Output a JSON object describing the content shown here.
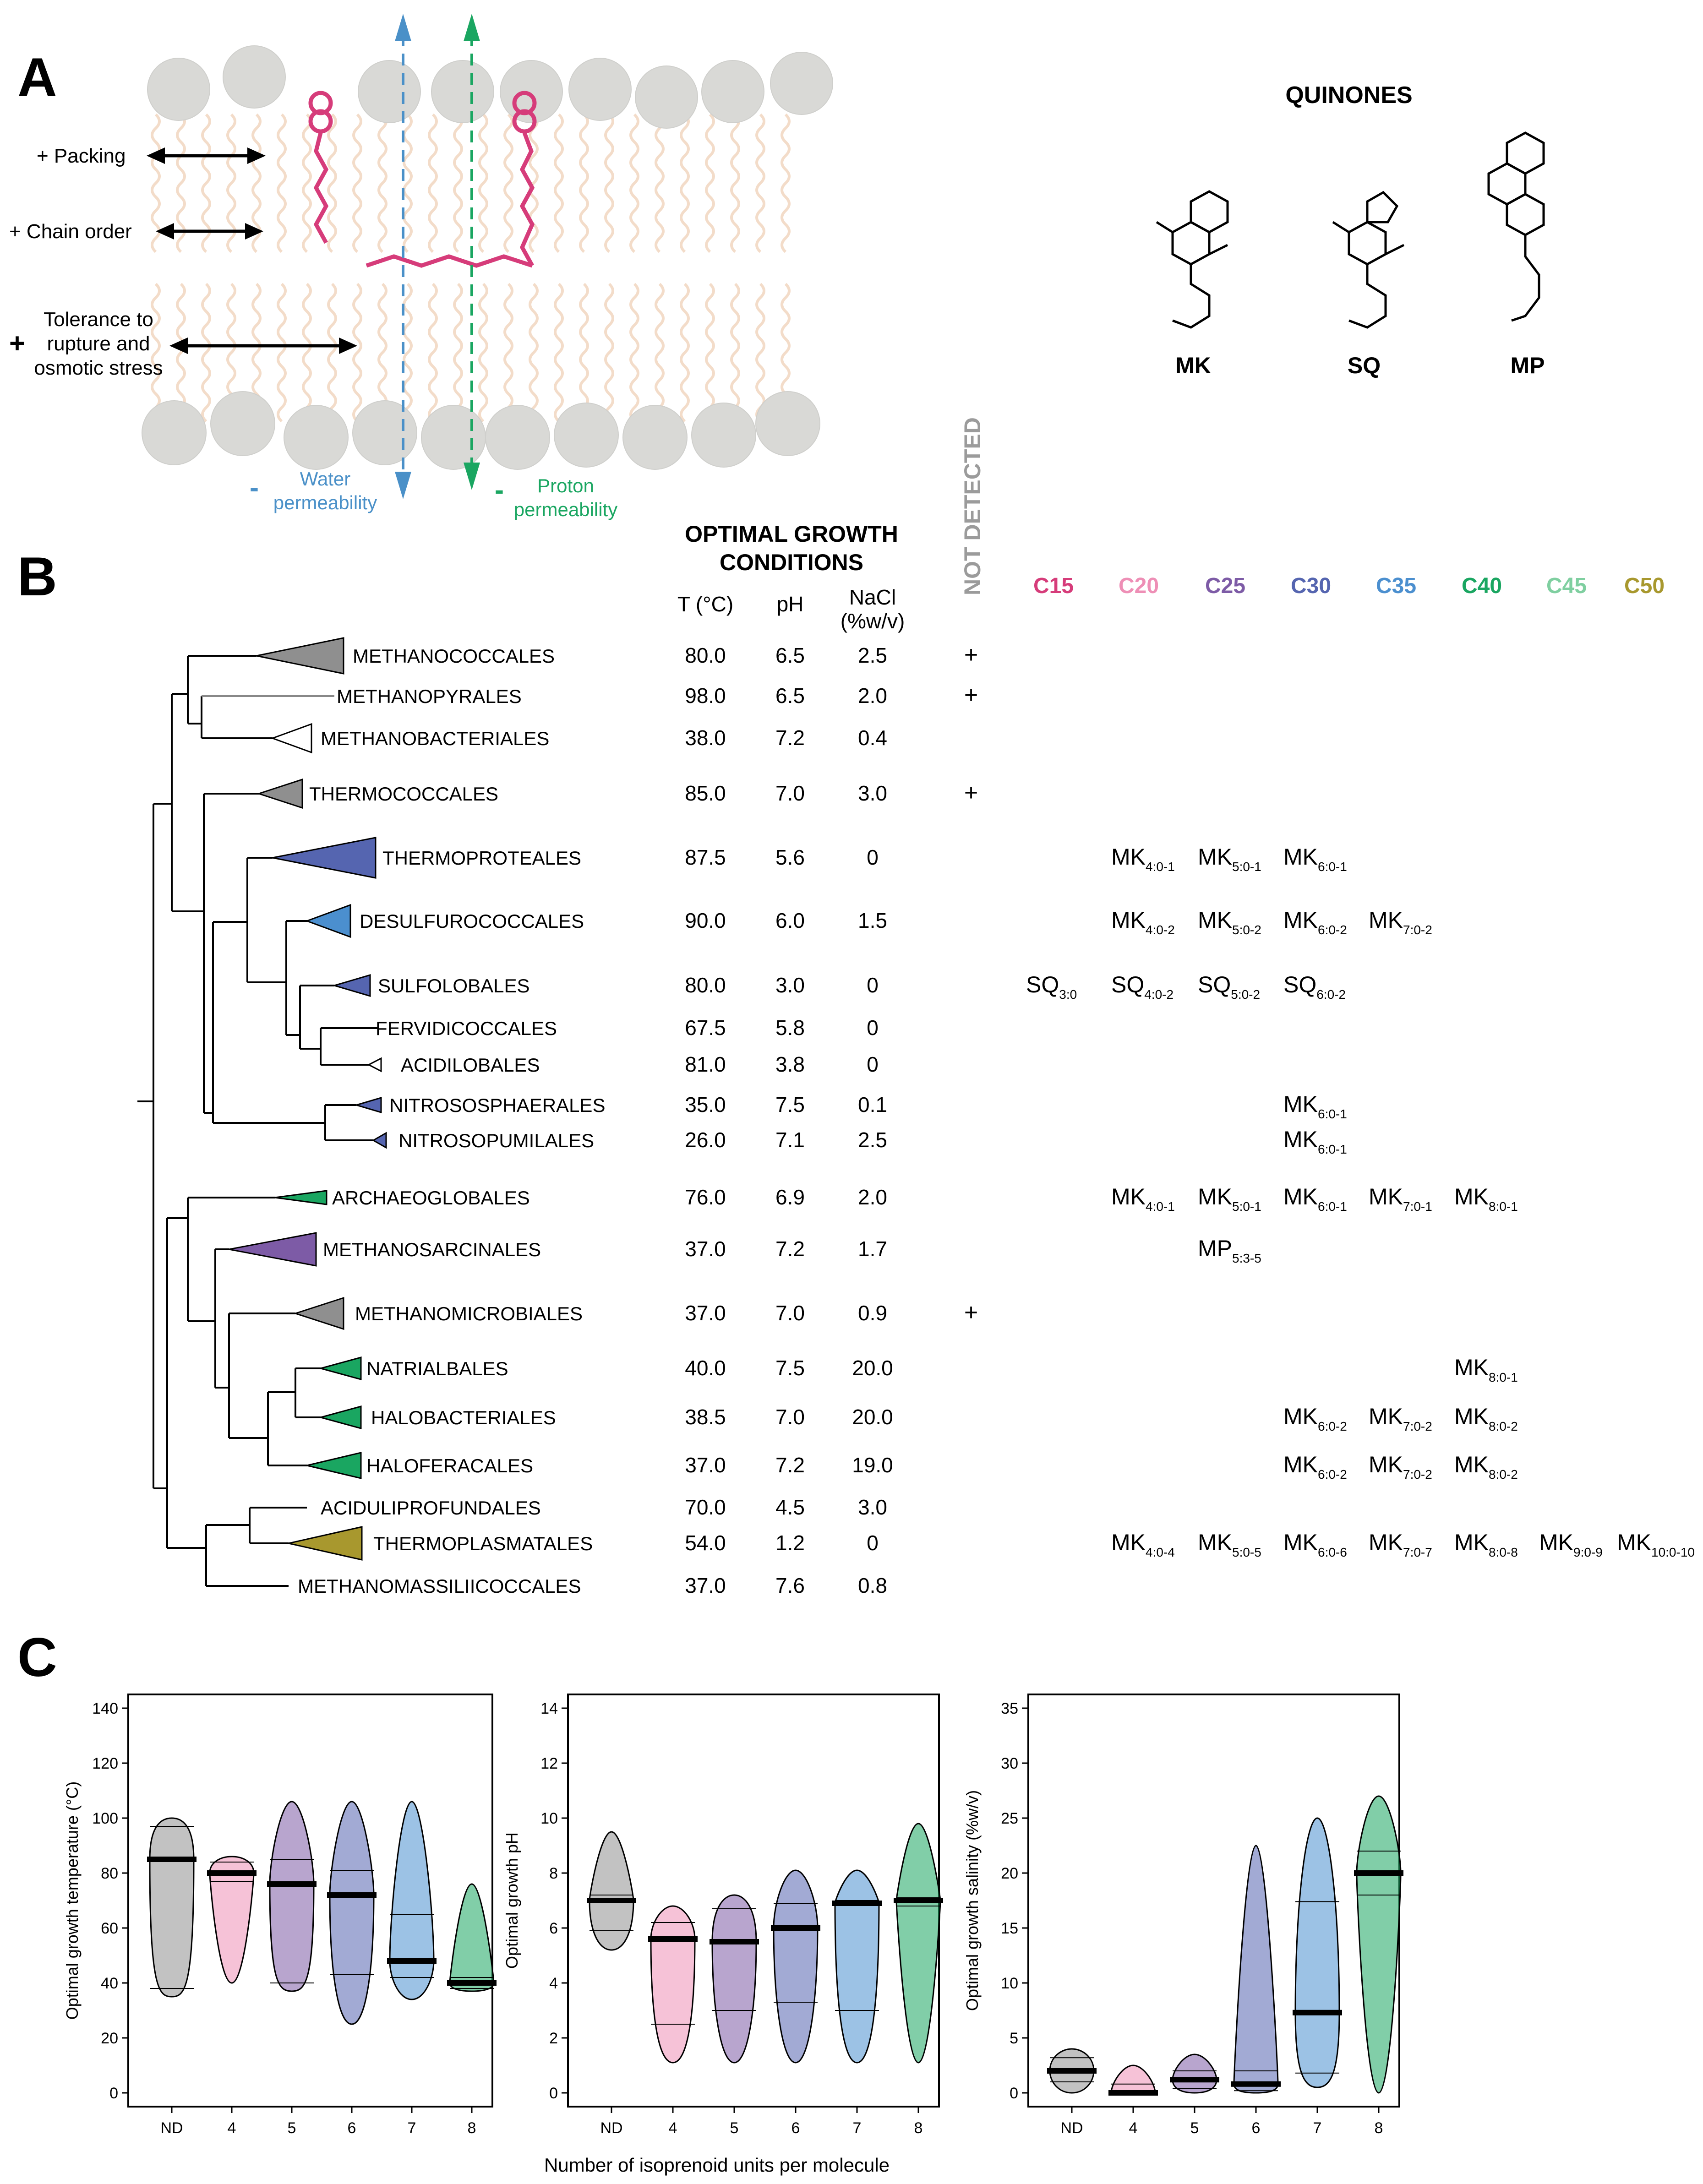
{
  "panel_a": {
    "letter": "A",
    "packing": "+ Packing",
    "chain_order": "+ Chain order",
    "tolerance_lines": [
      "Tolerance to",
      "rupture and",
      "osmotic stress"
    ],
    "tolerance_plus": "+",
    "water_minus": "-",
    "water_lines": [
      "Water",
      "permeability"
    ],
    "proton_minus": "-",
    "proton_lines": [
      "Proton",
      "permeability"
    ],
    "quinones_title": "QUINONES",
    "struct_labels": [
      "MK",
      "SQ",
      "MP"
    ],
    "colors": {
      "water": "#4a90c8",
      "proton": "#1aa661",
      "quinone": "#d63c7a",
      "lipid_head": "#d9d9d6",
      "lipid_tail": "#f3dcc9"
    }
  },
  "panel_b": {
    "letter": "B",
    "conditions_title": [
      "OPTIMAL GROWTH",
      "CONDITIONS"
    ],
    "col_t": "T (°C)",
    "col_ph": "pH",
    "col_nacl": [
      "NaCl",
      "(%w/v)"
    ],
    "not_detected": "NOT DETECTED",
    "chain_headers": [
      {
        "label": "C15",
        "color": "#d63c7a"
      },
      {
        "label": "C20",
        "color": "#ee8fb6"
      },
      {
        "label": "C25",
        "color": "#7d5ba6"
      },
      {
        "label": "C30",
        "color": "#5565b0"
      },
      {
        "label": "C35",
        "color": "#4b8fcf"
      },
      {
        "label": "C40",
        "color": "#1aa661"
      },
      {
        "label": "C45",
        "color": "#7fcfa0"
      },
      {
        "label": "C50",
        "color": "#a8982e"
      }
    ],
    "rows": [
      {
        "name": "METHANOCOCCALES",
        "t": "80.0",
        "ph": "6.5",
        "nacl": "2.5",
        "nd": "+",
        "q": []
      },
      {
        "name": "METHANOPYRALES",
        "t": "98.0",
        "ph": "6.5",
        "nacl": "2.0",
        "nd": "+",
        "q": []
      },
      {
        "name": "METHANOBACTERIALES",
        "t": "38.0",
        "ph": "7.2",
        "nacl": "0.4",
        "nd": "",
        "q": []
      },
      {
        "name": "THERMOCOCCALES",
        "t": "85.0",
        "ph": "7.0",
        "nacl": "3.0",
        "nd": "+",
        "q": []
      },
      {
        "name": "THERMOPROTEALES",
        "t": "87.5",
        "ph": "5.6",
        "nacl": "0",
        "nd": "",
        "q": [
          {
            "col": 1,
            "base": "MK",
            "sub": "4:0-1"
          },
          {
            "col": 2,
            "base": "MK",
            "sub": "5:0-1"
          },
          {
            "col": 3,
            "base": "MK",
            "sub": "6:0-1"
          }
        ]
      },
      {
        "name": "DESULFUROCOCCALES",
        "t": "90.0",
        "ph": "6.0",
        "nacl": "1.5",
        "nd": "",
        "q": [
          {
            "col": 1,
            "base": "MK",
            "sub": "4:0-2"
          },
          {
            "col": 2,
            "base": "MK",
            "sub": "5:0-2"
          },
          {
            "col": 3,
            "base": "MK",
            "sub": "6:0-2"
          },
          {
            "col": 4,
            "base": "MK",
            "sub": "7:0-2"
          }
        ]
      },
      {
        "name": "SULFOLOBALES",
        "t": "80.0",
        "ph": "3.0",
        "nacl": "0",
        "nd": "",
        "q": [
          {
            "col": 0,
            "base": "SQ",
            "sub": "3:0"
          },
          {
            "col": 1,
            "base": "SQ",
            "sub": "4:0-2"
          },
          {
            "col": 2,
            "base": "SQ",
            "sub": "5:0-2"
          },
          {
            "col": 3,
            "base": "SQ",
            "sub": "6:0-2"
          }
        ]
      },
      {
        "name": "FERVIDICOCCALES",
        "t": "67.5",
        "ph": "5.8",
        "nacl": "0",
        "nd": "",
        "q": []
      },
      {
        "name": "ACIDILOBALES",
        "t": "81.0",
        "ph": "3.8",
        "nacl": "0",
        "nd": "",
        "q": []
      },
      {
        "name": "NITROSOSPHAERALES",
        "t": "35.0",
        "ph": "7.5",
        "nacl": "0.1",
        "nd": "",
        "q": [
          {
            "col": 3,
            "base": "MK",
            "sub": "6:0-1"
          }
        ]
      },
      {
        "name": "NITROSOPUMILALES",
        "t": "26.0",
        "ph": "7.1",
        "nacl": "2.5",
        "nd": "",
        "q": [
          {
            "col": 3,
            "base": "MK",
            "sub": "6:0-1"
          }
        ]
      },
      {
        "name": "ARCHAEOGLOBALES",
        "t": "76.0",
        "ph": "6.9",
        "nacl": "2.0",
        "nd": "",
        "q": [
          {
            "col": 1,
            "base": "MK",
            "sub": "4:0-1"
          },
          {
            "col": 2,
            "base": "MK",
            "sub": "5:0-1"
          },
          {
            "col": 3,
            "base": "MK",
            "sub": "6:0-1"
          },
          {
            "col": 4,
            "base": "MK",
            "sub": "7:0-1"
          },
          {
            "col": 5,
            "base": "MK",
            "sub": "8:0-1"
          }
        ]
      },
      {
        "name": "METHANOSARCINALES",
        "t": "37.0",
        "ph": "7.2",
        "nacl": "1.7",
        "nd": "",
        "q": [
          {
            "col": 2,
            "base": "MP",
            "sub": "5:3-5"
          }
        ]
      },
      {
        "name": "METHANOMICROBIALES",
        "t": "37.0",
        "ph": "7.0",
        "nacl": "0.9",
        "nd": "+",
        "q": []
      },
      {
        "name": "NATRIALBALES",
        "t": "40.0",
        "ph": "7.5",
        "nacl": "20.0",
        "nd": "",
        "q": [
          {
            "col": 5,
            "base": "MK",
            "sub": "8:0-1"
          }
        ]
      },
      {
        "name": "HALOBACTERIALES",
        "t": "38.5",
        "ph": "7.0",
        "nacl": "20.0",
        "nd": "",
        "q": [
          {
            "col": 3,
            "base": "MK",
            "sub": "6:0-2"
          },
          {
            "col": 4,
            "base": "MK",
            "sub": "7:0-2"
          },
          {
            "col": 5,
            "base": "MK",
            "sub": "8:0-2"
          }
        ]
      },
      {
        "name": "HALOFERACALES",
        "t": "37.0",
        "ph": "7.2",
        "nacl": "19.0",
        "nd": "",
        "q": [
          {
            "col": 3,
            "base": "MK",
            "sub": "6:0-2"
          },
          {
            "col": 4,
            "base": "MK",
            "sub": "7:0-2"
          },
          {
            "col": 5,
            "base": "MK",
            "sub": "8:0-2"
          }
        ]
      },
      {
        "name": "ACIDULIPROFUNDALES",
        "t": "70.0",
        "ph": "4.5",
        "nacl": "3.0",
        "nd": "",
        "q": []
      },
      {
        "name": "THERMOPLASMATALES",
        "t": "54.0",
        "ph": "1.2",
        "nacl": "0",
        "nd": "",
        "q": [
          {
            "col": 1,
            "base": "MK",
            "sub": "4:0-4"
          },
          {
            "col": 2,
            "base": "MK",
            "sub": "5:0-5"
          },
          {
            "col": 3,
            "base": "MK",
            "sub": "6:0-6"
          },
          {
            "col": 4,
            "base": "MK",
            "sub": "7:0-7"
          },
          {
            "col": 5,
            "base": "MK",
            "sub": "8:0-8"
          },
          {
            "col": 6,
            "base": "MK",
            "sub": "9:0-9"
          },
          {
            "col": 7,
            "base": "MK",
            "sub": "10:0-10"
          }
        ]
      },
      {
        "name": "METHANOMASSILIICOCCALES",
        "t": "37.0",
        "ph": "7.6",
        "nacl": "0.8",
        "nd": "",
        "q": []
      }
    ],
    "clade_colors": {
      "METHANOCOCCALES": "#8f8f8f",
      "METHANOBACTERIALES": "#ffffff",
      "THERMOCOCCALES": "#8f8f8f",
      "THERMOPROTEALES": "#5565b0",
      "DESULFUROCOCCALES": "#4b8fcf",
      "SULFOLOBALES": "#5565b0",
      "ACIDILOBALES": "#ffffff",
      "NITROSOSPHAERALES": "#5565b0",
      "NITROSOPUMILALES": "#5565b0",
      "ARCHAEOGLOBALES": "#1aa661",
      "METHANOSARCINALES": "#7d5ba6",
      "METHANOMICROBIALES": "#8f8f8f",
      "NATRIALBALES": "#1aa661",
      "HALOBACTERIALES": "#1aa661",
      "HALOFERACALES": "#1aa661",
      "THERMOPLASMATALES": "#a8982e"
    }
  },
  "panel_c": {
    "letter": "C",
    "xlabel": "Number of isoprenoid units per molecule",
    "chart_data": [
      {
        "type": "violin",
        "ylabel": "Optimal growth temperature (°C)",
        "ylim": [
          0,
          140
        ],
        "yticks": [
          0,
          20,
          40,
          60,
          80,
          100,
          120,
          140
        ],
        "categories": [
          "ND",
          "4",
          "5",
          "6",
          "7",
          "8"
        ],
        "colors": [
          "#8f8f8f",
          "#ee8fb6",
          "#7d5ba6",
          "#5565b0",
          "#4b8fcf",
          "#1aa661"
        ],
        "min": [
          35,
          40,
          37,
          25,
          34,
          37
        ],
        "max": [
          100,
          86,
          106,
          106,
          106,
          76
        ],
        "q1": [
          38,
          77,
          40,
          43,
          42,
          38
        ],
        "median": [
          85,
          80,
          76,
          72,
          48,
          40
        ],
        "q3": [
          97,
          84,
          85,
          81,
          65,
          42
        ]
      },
      {
        "type": "violin",
        "ylabel": "Optimal growth pH",
        "ylim": [
          0,
          14
        ],
        "yticks": [
          0,
          2,
          4,
          6,
          8,
          10,
          12,
          14
        ],
        "categories": [
          "ND",
          "4",
          "5",
          "6",
          "7",
          "8"
        ],
        "colors": [
          "#8f8f8f",
          "#ee8fb6",
          "#7d5ba6",
          "#5565b0",
          "#4b8fcf",
          "#1aa661"
        ],
        "min": [
          5.2,
          1.1,
          1.1,
          1.1,
          1.1,
          1.1
        ],
        "max": [
          9.5,
          6.8,
          7.2,
          8.1,
          8.1,
          9.8
        ],
        "q1": [
          5.9,
          2.5,
          3.0,
          3.3,
          3.0,
          6.8
        ],
        "median": [
          7.0,
          5.6,
          5.5,
          6.0,
          6.9,
          7.0
        ],
        "q3": [
          7.2,
          6.2,
          6.7,
          6.9,
          7.0,
          7.1
        ]
      },
      {
        "type": "violin",
        "ylabel": "Optimal growth salinity (%w/v)",
        "ylim": [
          0,
          35
        ],
        "yticks": [
          0,
          5,
          10,
          15,
          20,
          25,
          30,
          35
        ],
        "categories": [
          "ND",
          "4",
          "5",
          "6",
          "7",
          "8"
        ],
        "colors": [
          "#8f8f8f",
          "#ee8fb6",
          "#7d5ba6",
          "#5565b0",
          "#4b8fcf",
          "#1aa661"
        ],
        "min": [
          0.0,
          0.0,
          0.0,
          0.0,
          0.5,
          0.0
        ],
        "max": [
          4.0,
          2.5,
          3.5,
          22.5,
          25.0,
          27.0
        ],
        "q1": [
          1.0,
          0.0,
          0.4,
          0.2,
          1.8,
          18.0
        ],
        "median": [
          2.0,
          0.0,
          1.2,
          0.8,
          7.3,
          20.0
        ],
        "q3": [
          3.2,
          0.8,
          2.0,
          2.0,
          17.4,
          22.0
        ]
      }
    ]
  }
}
